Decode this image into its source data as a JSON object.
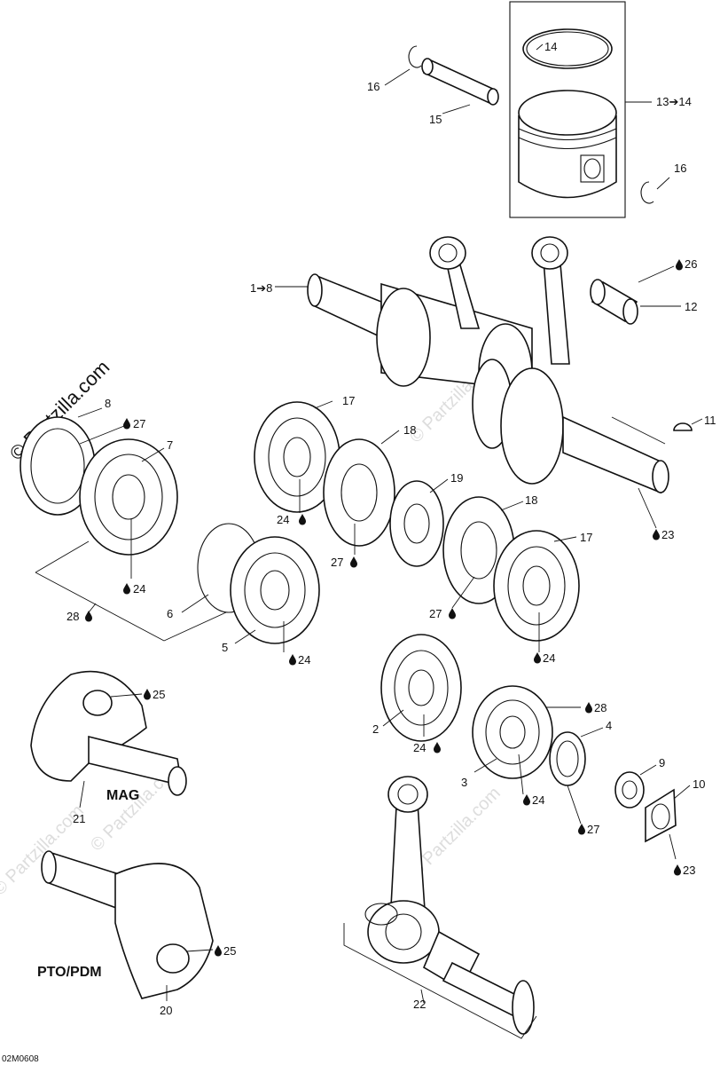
{
  "watermark": {
    "main": "© Partzilla.com",
    "faded": "© Partzilla.com"
  },
  "section_labels": {
    "mag": "MAG",
    "pto": "PTO/PDM"
  },
  "image_code": "02M0608",
  "callouts": {
    "c13": "13➔14",
    "c14": "14",
    "c15": "15",
    "c16a": "16",
    "c16b": "16",
    "c1": "1➔8",
    "c26": "26",
    "c12": "12",
    "c11": "11",
    "c23a": "23",
    "c8": "8",
    "c27a": "27",
    "c7": "7",
    "c24a": "24",
    "c28a": "28",
    "c6": "6",
    "c5": "5",
    "c24b": "24",
    "c17a": "17",
    "c24c": "24",
    "c18a": "18",
    "c27b": "27",
    "c19": "19",
    "c18b": "18",
    "c27c": "27",
    "c17b": "17",
    "c24d": "24",
    "c25a": "25",
    "c21": "21",
    "c2": "2",
    "c24e": "24",
    "c28b": "28",
    "c4": "4",
    "c3": "3",
    "c24f": "24",
    "c27d": "27",
    "c9": "9",
    "c10": "10",
    "c23b": "23",
    "c25b": "25",
    "c20": "20",
    "c22": "22"
  },
  "icons": {
    "lubricant": "oil-drop-icon"
  }
}
